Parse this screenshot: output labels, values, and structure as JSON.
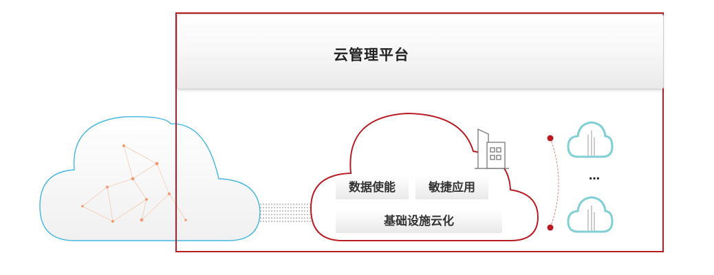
{
  "platform": {
    "title": "云管理平台"
  },
  "capabilities": {
    "data_enable": "数据使能",
    "agile_apps": "敏捷应用",
    "infra_cloudify": "基础设施云化"
  },
  "extra_clouds": {
    "ellipsis": "…"
  },
  "icons": {
    "platform": "building-icon",
    "private_cloud": "building-icon",
    "edge_cloud": "cloud-icon"
  },
  "colors": {
    "frame": "#b81c22",
    "public_cloud_stroke": "#41b6e0",
    "edge_cloud_stroke": "#7fcfd4",
    "mesh_node": "#f19a72"
  }
}
